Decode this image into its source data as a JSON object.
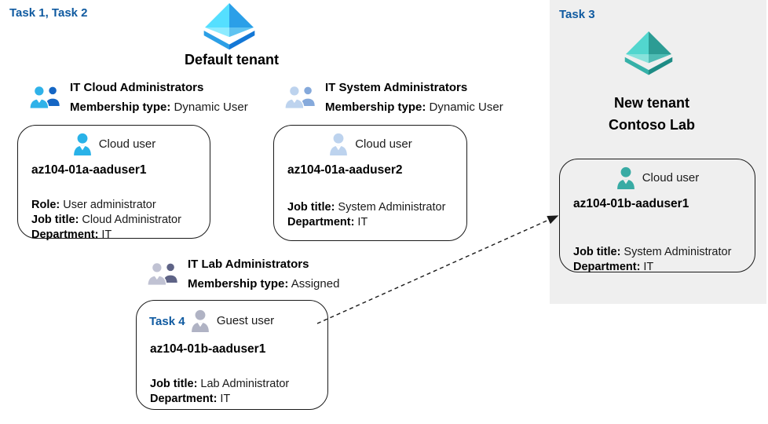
{
  "colors": {
    "task_label_blue": "#0f5aa0",
    "new_tenant_panel_bg": "#efefef",
    "card_border": "#1a1a1a",
    "cloud_user_cyan": "#29b2e8",
    "cloud_user_pale_blue": "#bdd3ee",
    "guest_user_gray": "#b0b3c4",
    "cloud_user_teal": "#38aba4",
    "group_blue_front": "#2fb2e9",
    "group_blue_back": "#1566c4",
    "group_pale_front": "#bdd3ee",
    "group_pale_back": "#85a9db",
    "group_gray_front": "#c0c2d3",
    "group_gray_back": "#5e6386"
  },
  "icons": {
    "default_tenant": "azure-tenant-pyramid-blue-icon",
    "new_tenant": "azure-tenant-pyramid-teal-icon",
    "group": "two-users-group-icon",
    "user": "person-icon",
    "arrow": "dashed-invite-arrow"
  },
  "left_panel": {
    "task_label": "Task 1, Task 2",
    "tenant_name": "Default tenant"
  },
  "right_panel": {
    "task_label": "Task 3",
    "tenant_name_line1": "New tenant",
    "tenant_name_line2": "Contoso Lab"
  },
  "groups": [
    {
      "name": "IT Cloud Administrators",
      "membership_label": "Membership type:",
      "membership_value": "Dynamic User"
    },
    {
      "name": "IT System Administrators",
      "membership_label": "Membership type:",
      "membership_value": "Dynamic User"
    },
    {
      "name": "IT Lab Administrators",
      "membership_label": "Membership type:",
      "membership_value": "Assigned"
    }
  ],
  "users": [
    {
      "type_label": "Cloud user",
      "name": "az104-01a-aaduser1",
      "fields": [
        {
          "label": "Role:",
          "value": "User administrator"
        },
        {
          "label": "Job title:",
          "value": "Cloud Administrator"
        },
        {
          "label": "Department:",
          "value": "IT"
        }
      ]
    },
    {
      "type_label": "Cloud user",
      "name": "az104-01a-aaduser2",
      "fields": [
        {
          "label": "Job title:",
          "value": "System Administrator"
        },
        {
          "label": "Department:",
          "value": "IT"
        }
      ]
    },
    {
      "task_label": "Task 4",
      "type_label": "Guest user",
      "name": "az104-01b-aaduser1",
      "fields": [
        {
          "label": "Job title:",
          "value": "Lab Administrator"
        },
        {
          "label": "Department:",
          "value": "IT"
        }
      ]
    },
    {
      "type_label": "Cloud user",
      "name": "az104-01b-aaduser1",
      "fields": [
        {
          "label": "Job title:",
          "value": "System Administrator"
        },
        {
          "label": "Department:",
          "value": "IT"
        }
      ]
    }
  ]
}
